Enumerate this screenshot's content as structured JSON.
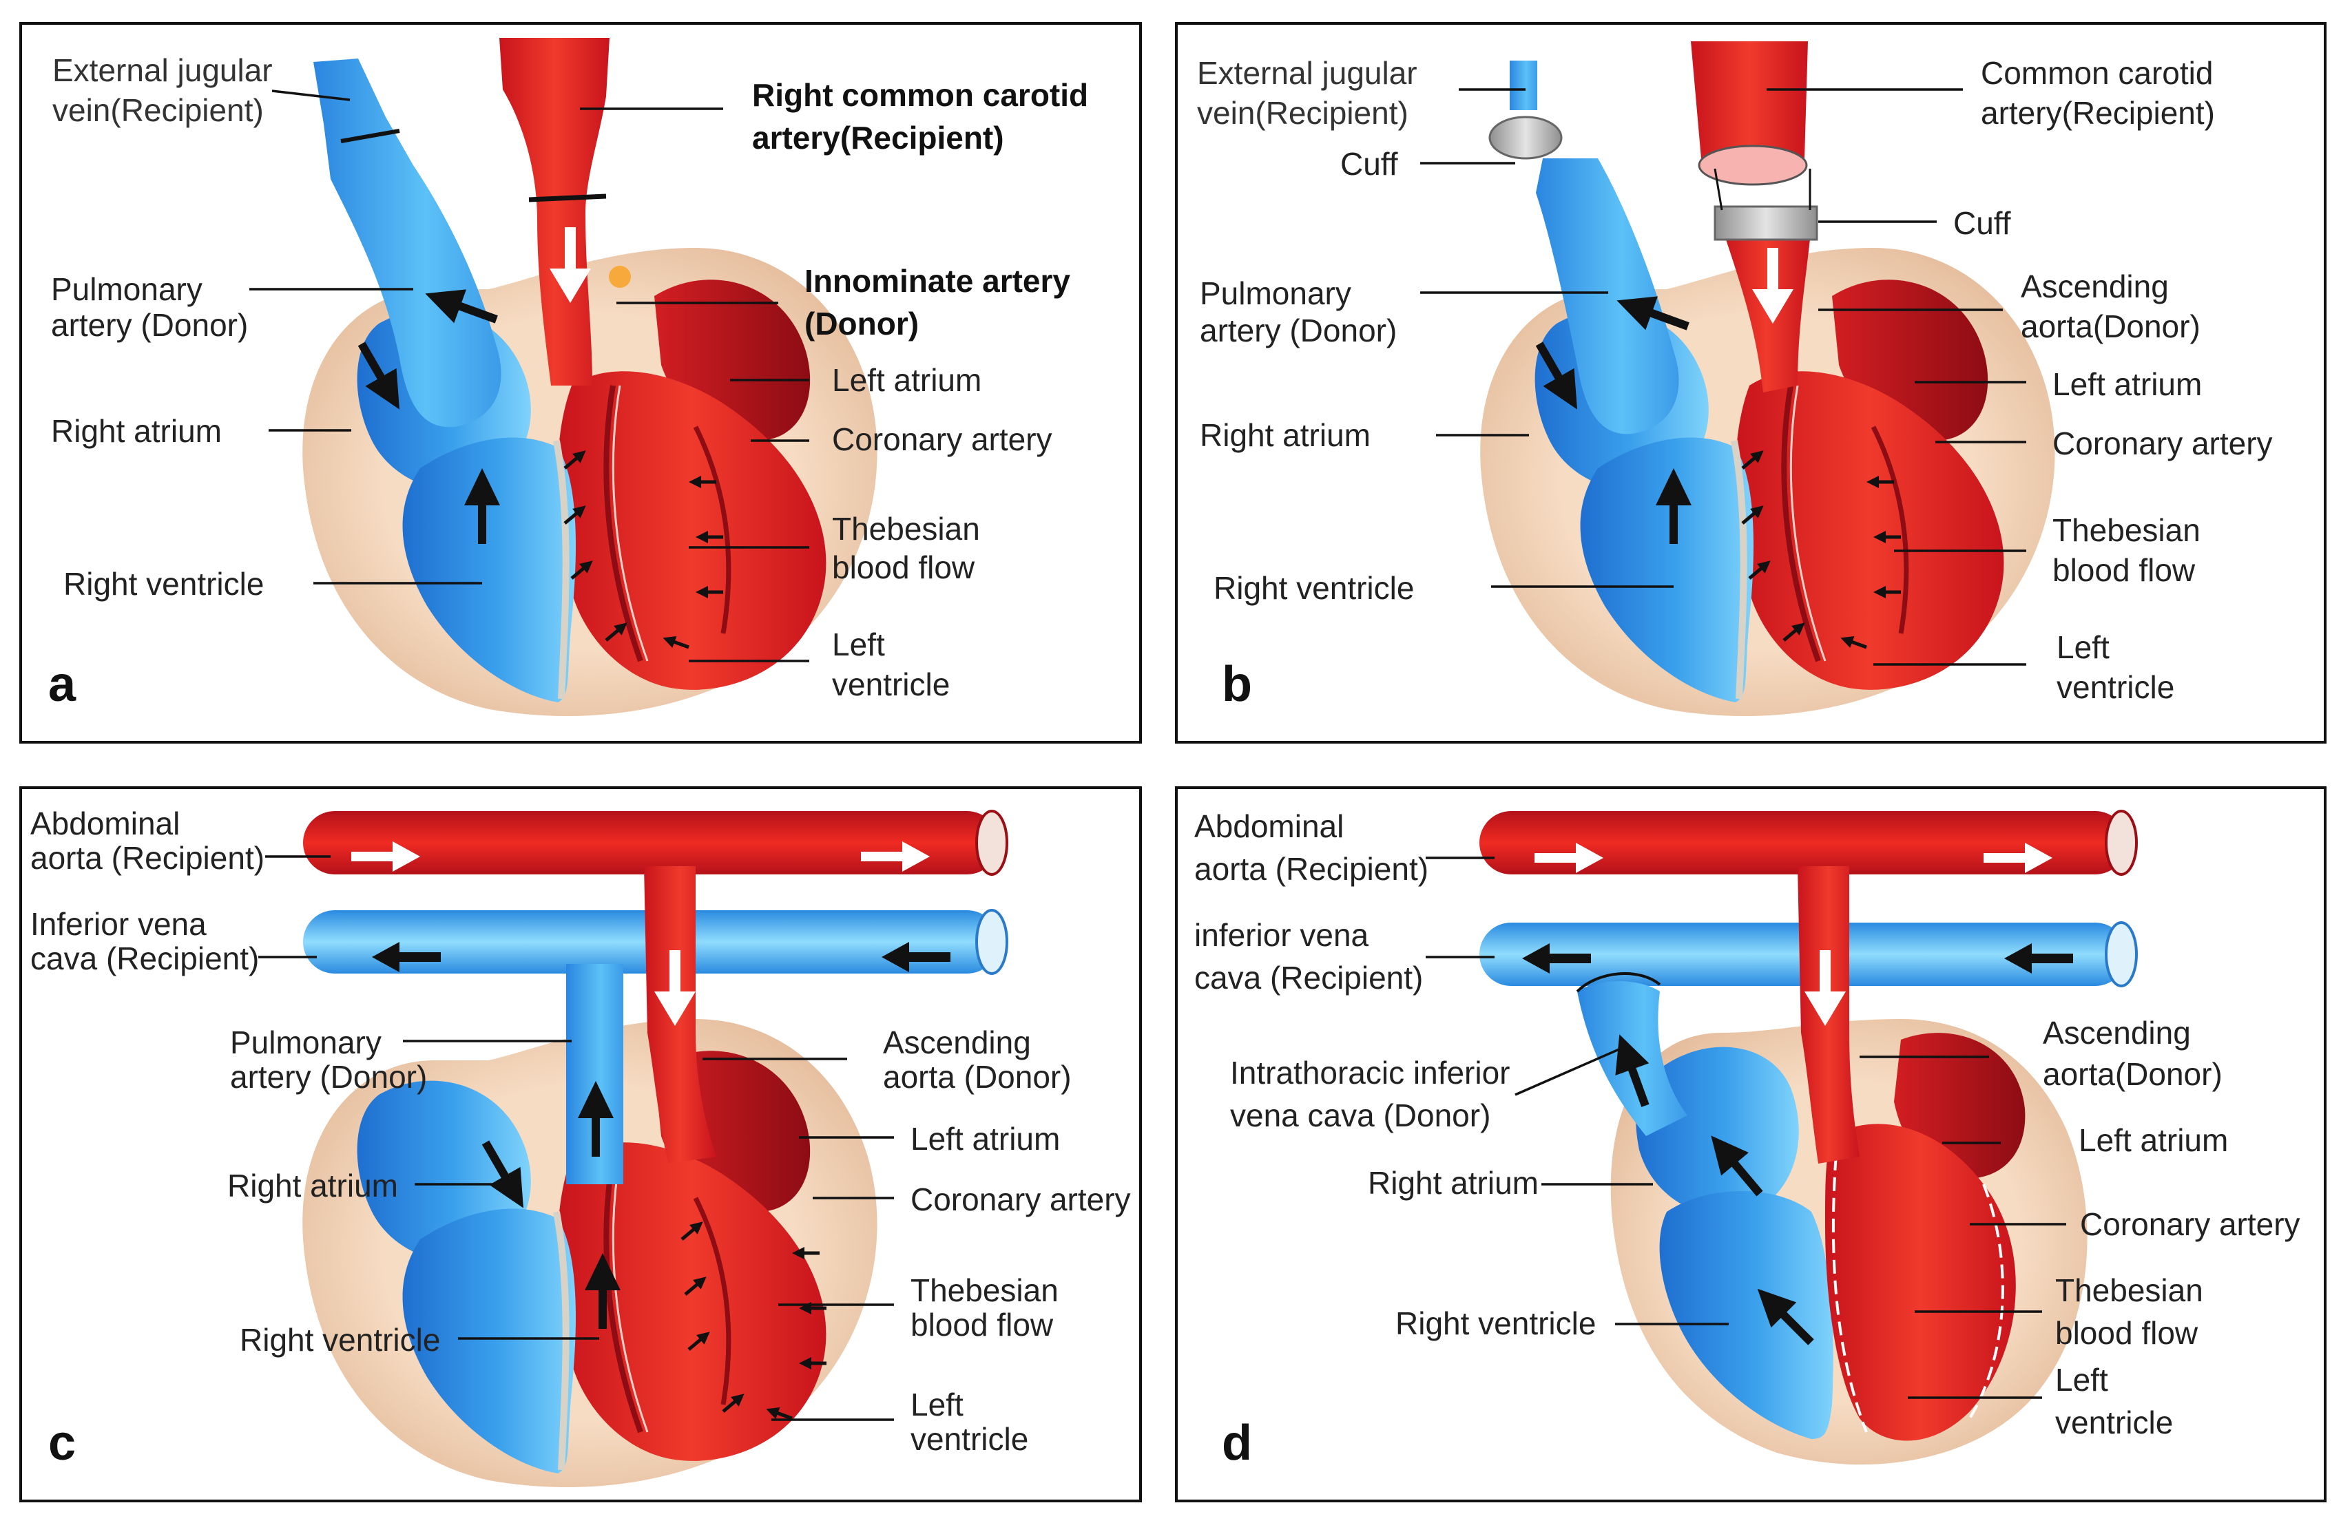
{
  "panels": [
    {
      "letter": "a",
      "labels": {
        "ext_jugular_1": "External jugular",
        "ext_jugular_2": "vein(Recipient)",
        "carotid_1": "Right common carotid",
        "carotid_2": "artery(Recipient)",
        "pulm_1": "Pulmonary",
        "pulm_2": "artery (Donor)",
        "innominate_1": "Innominate artery",
        "innominate_2": "(Donor)",
        "left_atrium": "Left atrium",
        "right_atrium": "Right atrium",
        "coronary": "Coronary artery",
        "thebesian_1": "Thebesian",
        "thebesian_2": "blood flow",
        "right_ventricle": "Right ventricle",
        "left_ventricle_1": "Left",
        "left_ventricle_2": "ventricle"
      }
    },
    {
      "letter": "b",
      "labels": {
        "ext_jugular_1": "External jugular",
        "ext_jugular_2": "vein(Recipient)",
        "carotid_1": "Common carotid",
        "carotid_2": "artery(Recipient)",
        "cuff_left": "Cuff",
        "cuff_right": "Cuff",
        "pulm_1": "Pulmonary",
        "pulm_2": "artery (Donor)",
        "asc_aorta_1": "Ascending",
        "asc_aorta_2": "aorta(Donor)",
        "left_atrium": "Left atrium",
        "right_atrium": "Right atrium",
        "coronary": "Coronary artery",
        "thebesian_1": "Thebesian",
        "thebesian_2": "blood flow",
        "right_ventricle": "Right ventricle",
        "left_ventricle_1": "Left",
        "left_ventricle_2": "ventricle"
      }
    },
    {
      "letter": "c",
      "labels": {
        "abd_aorta_1": "Abdominal",
        "abd_aorta_2": "aorta (Recipient)",
        "ivc_1": "Inferior vena",
        "ivc_2": "cava (Recipient)",
        "pulm_1": "Pulmonary",
        "pulm_2": "artery (Donor)",
        "asc_aorta_1": "Ascending",
        "asc_aorta_2": "aorta (Donor)",
        "left_atrium": "Left atrium",
        "right_atrium": "Right atrium",
        "coronary": "Coronary artery",
        "thebesian_1": "Thebesian",
        "thebesian_2": "blood flow",
        "right_ventricle": "Right ventricle",
        "left_ventricle_1": "Left",
        "left_ventricle_2": "ventricle"
      }
    },
    {
      "letter": "d",
      "labels": {
        "abd_aorta_1": "Abdominal",
        "abd_aorta_2": "aorta (Recipient)",
        "ivc_1": "inferior vena",
        "ivc_2": "cava (Recipient)",
        "intrathoracic_1": "Intrathoracic inferior",
        "intrathoracic_2": "vena cava (Donor)",
        "asc_aorta_1": "Ascending",
        "asc_aorta_2": "aorta(Donor)",
        "left_atrium": "Left atrium",
        "right_atrium": "Right atrium",
        "coronary": "Coronary artery",
        "thebesian_1": "Thebesian",
        "thebesian_2": "blood flow",
        "right_ventricle": "Right ventricle",
        "left_ventricle_1": "Left",
        "left_ventricle_2": "ventricle"
      }
    }
  ],
  "colors": {
    "artery": "#e8231f",
    "artery_dark": "#b5121b",
    "vein": "#2e8fe0",
    "vein_light": "#5ec8f5",
    "pericardium": "#f0d2b4",
    "cuff": "#b8b8b8"
  }
}
